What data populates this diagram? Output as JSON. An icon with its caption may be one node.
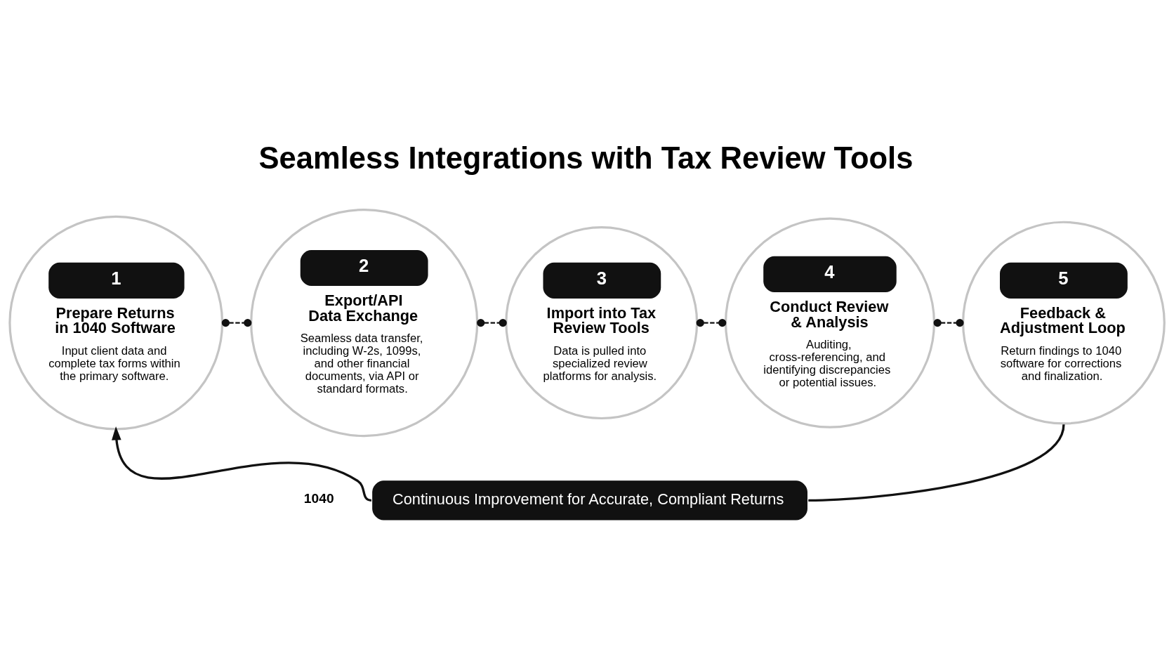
{
  "diagram": {
    "title": "Seamless Integrations with Tax Review Tools",
    "nodes": [
      {
        "text": [
          "1",
          "Prepare Returns in 1040 Software",
          "Input client data and complete tax forms within the primary software."
        ]
      },
      {
        "text": [
          "2",
          "Export/API Data Exchange",
          "Seamless data transfer, including W-2s, 1099s, and other financial documents, via API or standard formats."
        ]
      },
      {
        "text": [
          "3",
          "Import into Tax Review Tools",
          "Data is pulled into specialized review platforms for analysis."
        ]
      },
      {
        "text": [
          "4",
          "Conduct Review & Analysis",
          "Auditing, cross-referencing, and identifying discrepancies or potential issues."
        ]
      },
      {
        "text": [
          "5",
          "Feedback & Adjustment Loop",
          "Return findings to 1040 software for corrections and finalization."
        ]
      },
      {
        "text": [
          "Continuous Improvement for Accurate, Compliant Returns"
        ]
      }
    ],
    "edges": [
      {
        "from": 0,
        "to": 1,
        "arrow": "other",
        "style": "dashed"
      },
      {
        "from": 1,
        "to": 2,
        "arrow": "other",
        "style": "dashed"
      },
      {
        "from": 2,
        "to": 3,
        "arrow": "other",
        "style": "dashed"
      },
      {
        "from": 3,
        "to": 4,
        "arrow": "other",
        "style": "dashed"
      },
      {
        "from": 4,
        "to": 5,
        "arrow": "none"
      },
      {
        "from": 5,
        "to": 0,
        "arrow": "to"
      }
    ],
    "labels": [
      "1040"
    ]
  }
}
